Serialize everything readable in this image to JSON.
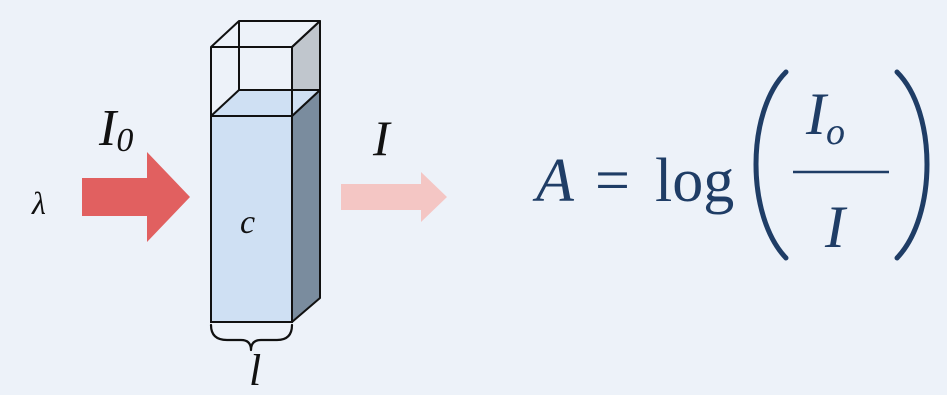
{
  "diagram": {
    "wavelength_label": "λ",
    "incident_intensity_label": "I",
    "incident_intensity_subscript": "0",
    "transmitted_intensity_label": "I",
    "concentration_label": "c",
    "path_length_label": "l"
  },
  "equation": {
    "lhs": "A",
    "equals": "=",
    "function": "log",
    "numerator": "I",
    "numerator_subscript": "o",
    "denominator": "I"
  },
  "colors": {
    "background": "#edf2f9",
    "incident_arrow": "#e16060",
    "transmitted_arrow": "#f4c6c4",
    "solution": "#cfe0f3",
    "cuvette_side": "#7a8c9e",
    "cuvette_top_side": "#c0c6cd",
    "equation_text": "#1f3d66"
  },
  "icons": {
    "incident_light": "arrow-right-icon",
    "transmitted_light": "arrow-right-icon",
    "path_length_brace": "curly-brace-icon"
  }
}
